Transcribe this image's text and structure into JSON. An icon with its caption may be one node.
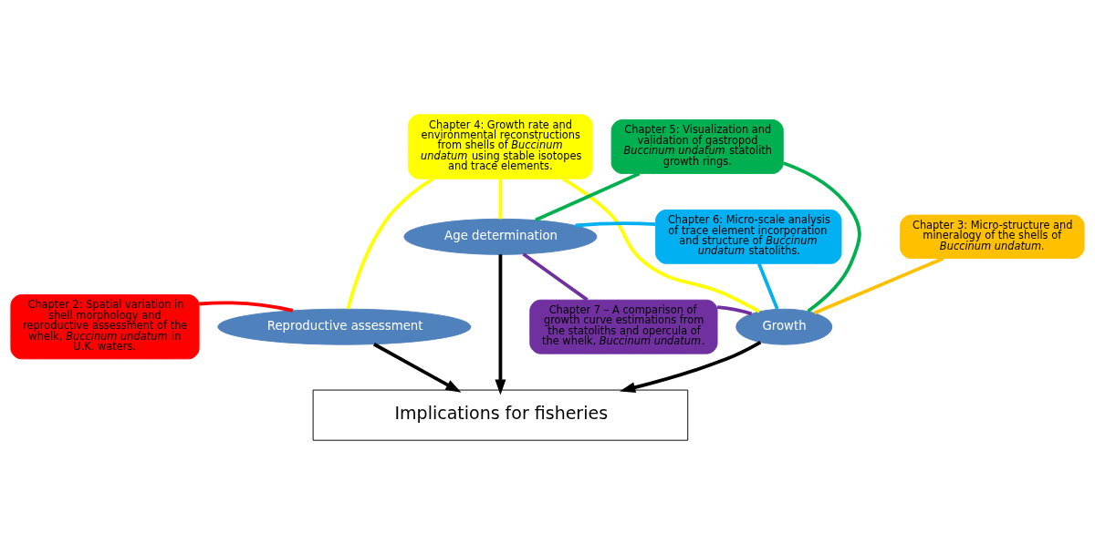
{
  "diagram": {
    "nodes": [
      {
        "text": [
          "Chapter 4: Growth rate and environmental reconstructions from shells of *Buccinum undatum* using stable isotopes and trace elements."
        ]
      },
      {
        "text": [
          "Chapter 5: Visualization and validation of gastropod *Buccinum undatum* statolith growth rings."
        ]
      },
      {
        "text": [
          "Chapter 3: Micro-structure and mineralogy of the shells of *Buccinum undatum.*"
        ]
      },
      {
        "text": [
          "Chapter 6: Micro-scale analysis of trace element incorporation and structure of *Buccinum undatum* statoliths."
        ]
      },
      {
        "text": [
          "Age determination"
        ]
      },
      {
        "text": [
          "Chapter 2: Spatial variation in shell morphology and reproductive assessment of the whelk, *Buccinum undatum* in U.K. waters."
        ]
      },
      {
        "text": [
          "Reproductive assessment"
        ]
      },
      {
        "text": [
          "Growth"
        ]
      },
      {
        "text": [
          "Chapter 7 – A comparison of growth curve estimations from the statoliths and opercula of the whelk, *Buccinum undatum*."
        ]
      },
      {
        "text": [
          "Implications for fisheries"
        ]
      }
    ],
    "edges": [
      {
        "from": 0,
        "to": 6,
        "arrow": "none",
        "color": "#ffff00"
      },
      {
        "from": 0,
        "to": 4,
        "arrow": "none",
        "color": "#ffff00"
      },
      {
        "from": 0,
        "to": 7,
        "arrow": "none",
        "color": "#ffff00"
      },
      {
        "from": 1,
        "to": 4,
        "arrow": "none",
        "color": "#00b050"
      },
      {
        "from": 1,
        "to": 7,
        "arrow": "none",
        "color": "#00b050"
      },
      {
        "from": 2,
        "to": 7,
        "arrow": "none",
        "color": "#ffc000"
      },
      {
        "from": 3,
        "to": 4,
        "arrow": "none",
        "color": "#00b0f0"
      },
      {
        "from": 3,
        "to": 7,
        "arrow": "none",
        "color": "#00b0f0"
      },
      {
        "from": 5,
        "to": 6,
        "arrow": "none",
        "color": "#ff0000"
      },
      {
        "from": 8,
        "to": 4,
        "arrow": "none",
        "color": "#7030a0"
      },
      {
        "from": 8,
        "to": 7,
        "arrow": "none",
        "color": "#7030a0"
      },
      {
        "from": 6,
        "to": 9,
        "arrow": "to",
        "color": "#000000"
      },
      {
        "from": 4,
        "to": 9,
        "arrow": "to",
        "color": "#000000"
      },
      {
        "from": 7,
        "to": 9,
        "arrow": "to",
        "color": "#000000"
      }
    ]
  }
}
